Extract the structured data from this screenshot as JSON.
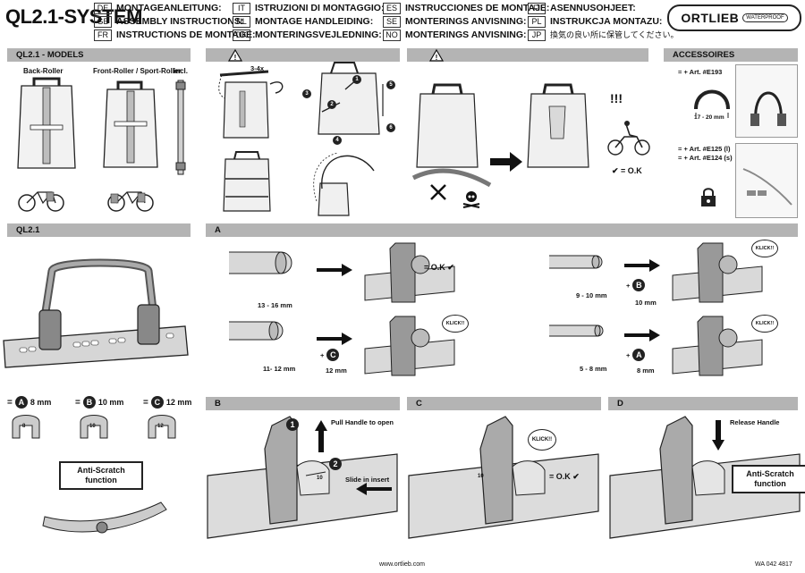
{
  "header": {
    "title": "QL2.1-SYSTEM",
    "languages_col1": [
      {
        "code": "DE",
        "text": "MONTAGEANLEITUNG:"
      },
      {
        "code": "GB",
        "text": "ASSEMBLY INSTRUCTIONS:"
      },
      {
        "code": "FR",
        "text": "INSTRUCTIONS DE MONTAGE:"
      }
    ],
    "languages_col2": [
      {
        "code": "IT",
        "text": "ISTRUZIONI DI MONTAGGIO:"
      },
      {
        "code": "NL",
        "text": "MONTAGE HANDLEIDING:"
      },
      {
        "code": "DK",
        "text": "MONTERINGSVEJLEDNING:"
      }
    ],
    "languages_col3": [
      {
        "code": "ES",
        "text": "INSTRUCCIONES DE MONTAJE:"
      },
      {
        "code": "SE",
        "text": "MONTERINGS ANVISNING:"
      },
      {
        "code": "NO",
        "text": "MONTERINGS ANVISNING:"
      }
    ],
    "languages_col4": [
      {
        "code": "FI",
        "text": "ASENNUSOHJEET:"
      },
      {
        "code": "PL",
        "text": "INSTRUKCJA MONTAZU:"
      },
      {
        "code": "JP",
        "text": "換気の良い所に保管してください。"
      }
    ],
    "logo_name": "ORTLIEB",
    "logo_tag": "WATERPROOF"
  },
  "models": {
    "bar": "QL2.1 - MODELS",
    "back_roller": "Back-Roller",
    "front_roller": "Front-Roller / Sport-Roller",
    "incl": "incl."
  },
  "warning1": {
    "rotation": "3-4x",
    "steps": [
      "1",
      "2",
      "3",
      "4",
      "5",
      "6"
    ]
  },
  "warning2": {
    "ok": "= O.K",
    "exclaim": "!!!"
  },
  "accessories": {
    "bar": "ACCESSOIRES",
    "art1": "= + Art. #E193",
    "dim1": "17 - 20 mm",
    "art2": "= + Art. #E125 (l)",
    "art3": "= + Art. #E124 (s)"
  },
  "ql21": {
    "bar": "QL2.1",
    "inserts": [
      {
        "letter": "A",
        "size": "8 mm",
        "num": "8"
      },
      {
        "letter": "B",
        "size": "10 mm",
        "num": "10"
      },
      {
        "letter": "C",
        "size": "12 mm",
        "num": "12"
      }
    ],
    "anti_scratch": "Anti-Scratch function"
  },
  "sectionA": {
    "bar": "A",
    "rows": [
      {
        "dim": "13 - 16 mm",
        "result": "= O.K",
        "insert": "",
        "insert_size": ""
      },
      {
        "dim": "11- 12 mm",
        "result": "KLICK!!",
        "insert": "C",
        "insert_size": "12 mm"
      },
      {
        "dim": "9 - 10 mm",
        "result": "KLICK!!",
        "insert": "B",
        "insert_size": "10 mm"
      },
      {
        "dim": "5 - 8 mm",
        "result": "KLICK!!",
        "insert": "A",
        "insert_size": "8 mm"
      }
    ]
  },
  "sectionB": {
    "bar": "B",
    "step1": "Pull Handle to open",
    "step2": "Slide in insert",
    "num1": "1",
    "num2": "2",
    "insert_num": "10"
  },
  "sectionC": {
    "bar": "C",
    "klick": "KLICK!!",
    "ok": "= O.K",
    "insert_num": "10"
  },
  "sectionD": {
    "bar": "D",
    "release": "Release Handle",
    "anti_scratch": "Anti-Scratch function"
  },
  "footer": {
    "url": "www.ortlieb.com",
    "code": "WA 042 4817"
  }
}
